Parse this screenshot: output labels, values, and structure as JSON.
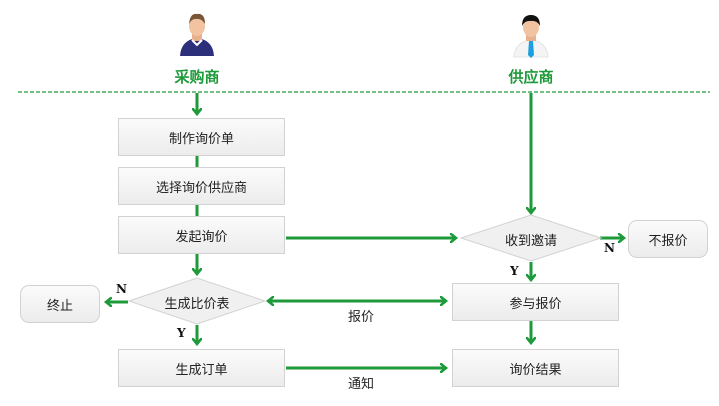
{
  "lanes": {
    "buyer": {
      "title": "采购商",
      "icon": "buyer-person-icon"
    },
    "supplier": {
      "title": "供应商",
      "icon": "supplier-person-icon"
    }
  },
  "colors": {
    "accent": "#1e9a3a",
    "box_border": "#d2d2d2",
    "box_fill": "#f2f2f2"
  },
  "nodes": {
    "make_inquiry": "制作询价单",
    "select_supplier": "选择询价供应商",
    "start_inquiry": "发起询价",
    "generate_compare": "生成比价表",
    "terminate": "终止",
    "generate_order": "生成订单",
    "receive_invite": "收到邀请",
    "no_quote": "不报价",
    "join_quote": "参与报价",
    "inquiry_result": "询价结果"
  },
  "edge_labels": {
    "quote": "报价",
    "notify": "通知",
    "yes": "Y",
    "no": "N"
  }
}
